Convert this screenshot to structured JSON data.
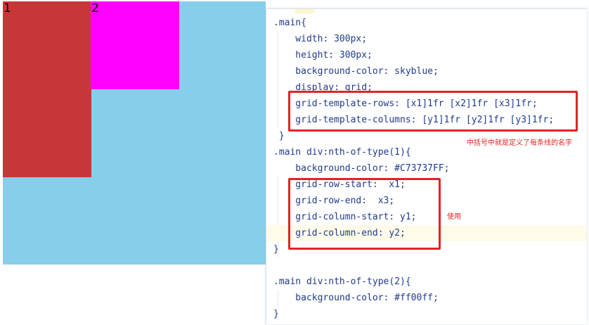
{
  "demo": {
    "cell1_label": "1",
    "cell2_label": "2",
    "background": "#87ceeb",
    "cell1_color": "#C73737",
    "cell2_color": "#ff00ff"
  },
  "code": {
    "lines": [
      ".main{",
      "    width: 300px;",
      "    height: 300px;",
      "    background-color: skyblue;",
      "    display: grid;",
      "    grid-template-rows: [x1]1fr [x2]1fr [x3]1fr;",
      "    grid-template-columns: [y1]1fr [y2]1fr [y3]1fr;",
      " }",
      ".main div:nth-of-type(1){",
      "    background-color: #C73737FF;",
      "    grid-row-start:  x1;",
      "    grid-row-end:  x3;",
      "    grid-column-start: y1;",
      "    grid-column-end: y2;",
      "}",
      "",
      ".main div:nth-of-type(2){",
      "    background-color: #ff00ff;",
      "}"
    ]
  },
  "annotations": {
    "note1": "中括号中就是定义了每条线的名字",
    "note2": "使用"
  },
  "colors": {
    "highlight_box": "#e02424"
  }
}
